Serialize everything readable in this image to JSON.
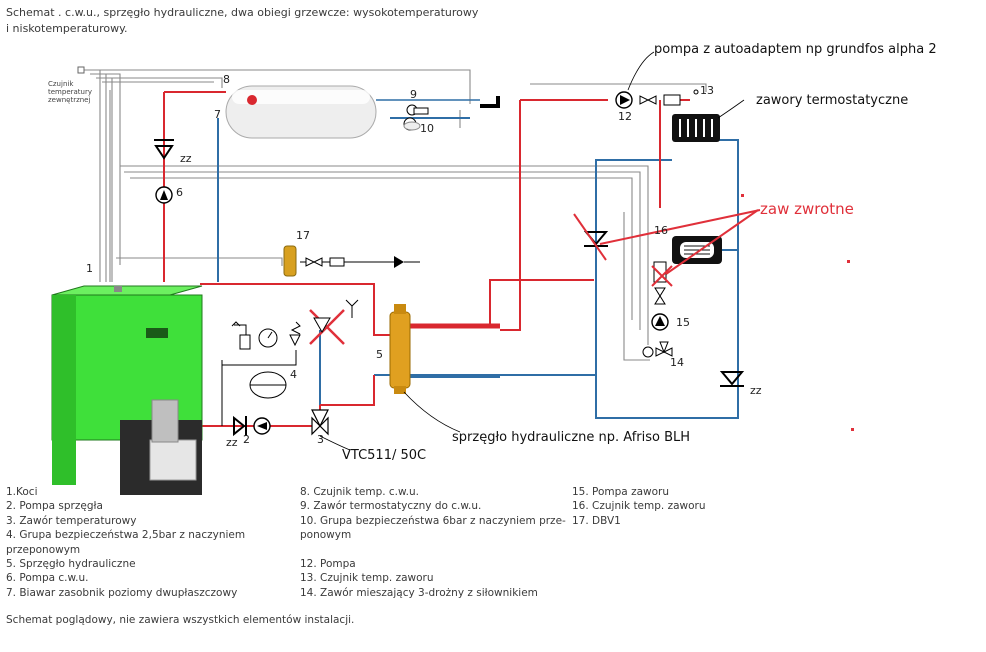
{
  "title": {
    "line1": "Schemat   . c.w.u., sprzęgło hydrauliczne, dwa obiegi grzewcze: wysokotemperaturowy",
    "line2": "i niskotemperaturowy."
  },
  "sensor_label": [
    "Czujnik",
    "temperatury",
    "zewnętrznej"
  ],
  "annotations": {
    "pump_note": "pompa z autoadaptem np grundfos alpha 2",
    "valves_note": "zawory termostatyczne",
    "check_valves_note": "zaw zwrotne",
    "coupler_note": "sprzęgło hydrauliczne np. Afriso BLH",
    "mixing_valve_note": "VTC511/ 50C",
    "zz": "zz"
  },
  "component_numbers": {
    "n1": "1",
    "n2": "2",
    "n3": "3",
    "n4": "4",
    "n5": "5",
    "n6": "6",
    "n7": "7",
    "n8": "8",
    "n9": "9",
    "n10": "10",
    "n12": "12",
    "n13": "13",
    "n14": "14",
    "n15": "15",
    "n16": "16",
    "n17": "17"
  },
  "legend": {
    "col1": [
      "1.Koci",
      "2. Pompa sprzęgła",
      "3. Zawór temperaturowy",
      "4. Grupa bezpieczeństwa 2,5bar z naczyniem",
      "przeponowym",
      "5. Sprzęgło hydrauliczne",
      "6. Pompa c.w.u.",
      "7. Biawar zasobnik poziomy dwupłaszczowy"
    ],
    "col2": [
      "8. Czujnik temp. c.w.u.",
      "9. Zawór termostatyczny do c.w.u.",
      "10. Grupa bezpieczeństwa 6bar z naczyniem prze-",
      "ponowym",
      "",
      "12. Pompa",
      "13. Czujnik temp. zaworu",
      "14. Zawór mieszający 3-drożny z siłownikiem"
    ],
    "col3": [
      "15. Pompa zaworu",
      "16. Czujnik temp. zaworu",
      "17. DBV1"
    ]
  },
  "footer": "Schemat poglądowy, nie zawiera wszystkich elementów instalacji.",
  "colors": {
    "supply": "#d9282f",
    "return": "#2f6ea6",
    "wire": "#8a8a8a",
    "boiler": "#3fe03a",
    "boiler_dark": "#1f7a1c",
    "markup": "#e0303a"
  }
}
